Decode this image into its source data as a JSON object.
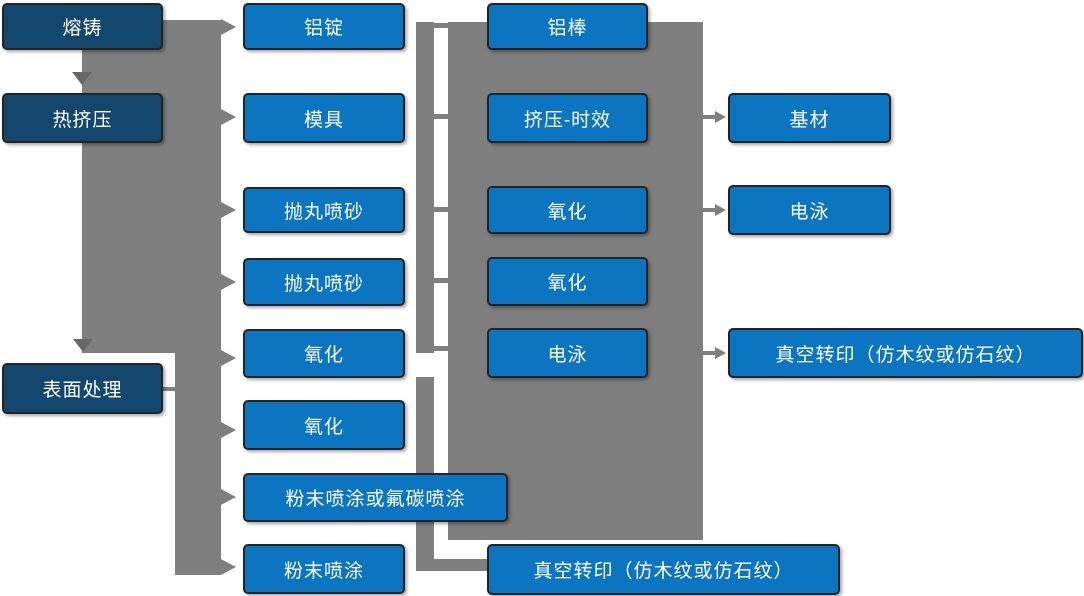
{
  "colors": {
    "box_primary": "#0B75C2",
    "box_stage_dark": "#14476E",
    "box_border": "#242424",
    "box_text": "#FFFFFF",
    "connector_gray": "#7F7F7F",
    "connector_dark_gray": "#686868",
    "background": "#FFFFFF"
  },
  "nodes": {
    "rongzhu": {
      "label": "熔铸"
    },
    "rejiya": {
      "label": "热挤压"
    },
    "biaomian": {
      "label": "表面处理"
    },
    "lvding": {
      "label": "铝锭"
    },
    "muju": {
      "label": "模具"
    },
    "paowan1": {
      "label": "抛丸喷砂"
    },
    "paowan2": {
      "label": "抛丸喷砂"
    },
    "yanghua_c2_1": {
      "label": "氧化"
    },
    "yanghua_c2_2": {
      "label": "氧化"
    },
    "fentan": {
      "label": "粉末喷涂或氟碳喷涂"
    },
    "fenmo": {
      "label": "粉末喷涂"
    },
    "lvbang": {
      "label": "铝棒"
    },
    "jiya": {
      "label": "挤压-时效"
    },
    "yanghua_c3_1": {
      "label": "氧化"
    },
    "yanghua_c3_2": {
      "label": "氧化"
    },
    "dianyong_c3": {
      "label": "电泳"
    },
    "zhenkong_c3": {
      "label": "真空转印（仿木纹或仿石纹）"
    },
    "jicai": {
      "label": "基材"
    },
    "dianyong_c4": {
      "label": "电泳"
    },
    "zhenkong_c4": {
      "label": "真空转印（仿木纹或仿石纹）"
    }
  }
}
